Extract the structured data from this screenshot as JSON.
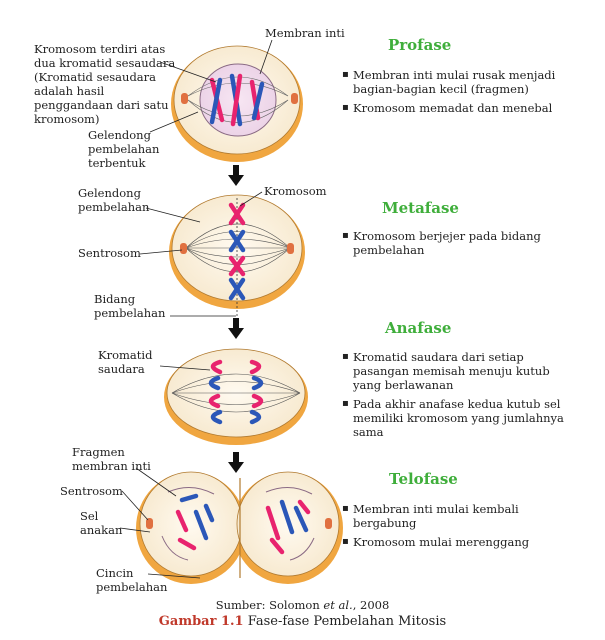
{
  "labels": {
    "membran_inti": "Membran inti",
    "kromosom_desc": [
      "Kromosom terdiri atas",
      "dua kromatid sesaudara",
      "(Kromatid sesaudara",
      "adalah hasil",
      "penggandaan dari satu",
      "kromosom)"
    ],
    "gelendong_terbentuk": [
      "Gelendong",
      "pembelahan",
      "terbentuk"
    ],
    "gelendong_pembelahan": [
      "Gelendong",
      "pembelahan"
    ],
    "kromosom": "Kromosom",
    "sentrosom": "Sentrosom",
    "bidang_pembelahan": [
      "Bidang",
      "pembelahan"
    ],
    "kromatid_saudara": [
      "Kromatid",
      "saudara"
    ],
    "fragmen_membran": [
      "Fragmen",
      "membran inti"
    ],
    "sentrosom_telofase": "Sentrosom",
    "sel_anakan": [
      "Sel",
      "anakan"
    ],
    "cincin_pembelahan": [
      "Cincin",
      "pembelahan"
    ]
  },
  "phases": [
    {
      "name": "Profase",
      "notes": [
        "Membran inti mulai rusak menjadi bagian-bagian kecil (fragmen)",
        "Kromosom memadat dan menebal"
      ]
    },
    {
      "name": "Metafase",
      "notes": [
        "Kromosom berjejer pada bidang pembelahan"
      ]
    },
    {
      "name": "Anafase",
      "notes": [
        "Kromatid saudara dari setiap pasangan memisah menuju kutub yang berlawanan",
        "Pada akhir anafase kedua kutub sel memiliki kromosom yang jumlahnya sama"
      ]
    },
    {
      "name": "Telofase",
      "notes": [
        "Membran inti mulai kembali bergabung",
        "Kromosom mulai merenggang"
      ]
    }
  ],
  "source": {
    "prefix": "Sumber: Solomon ",
    "italic": "et al.",
    "suffix": ", 2008"
  },
  "caption": {
    "number": "Gambar 1.1",
    "text": " Fase-fase Pembelahan Mitosis"
  },
  "colors": {
    "phase_title": "#3fae3b",
    "chromosome_pink": "#e8236e",
    "chromosome_blue": "#2b57b8",
    "cell_rim": "#f0a640",
    "cell_fill": "#fbf4e6",
    "nucleus": "#f2d8ec",
    "caption_number": "#c0392b"
  }
}
